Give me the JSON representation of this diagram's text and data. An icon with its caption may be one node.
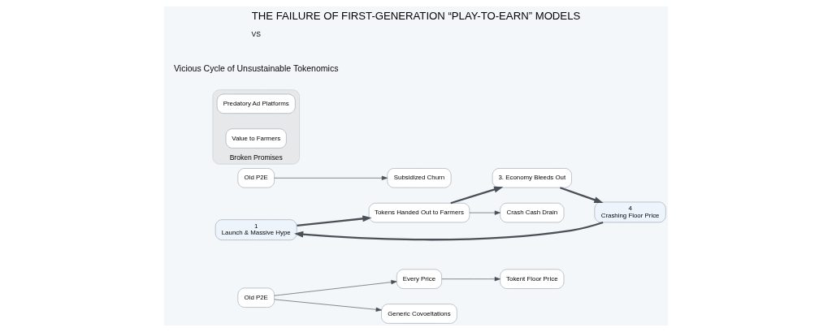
{
  "diagram": {
    "title": "THE FAILURE OF FIRST-GENERATION “PLAY-TO-EARN” MODELS",
    "nodes": [
      {
        "text": [
          "Old P2E"
        ]
      },
      {
        "text": [
          "Every Price"
        ]
      },
      {
        "text": [
          "Generic Covoeltations"
        ]
      },
      {
        "text": [
          "Tokent Floor Price"
        ]
      },
      {
        "text": [
          "1",
          "Launch & Massive Hype"
        ]
      },
      {
        "text": [
          "Tokens Handed Out to Farmers"
        ]
      },
      {
        "text": [
          "3. Economy Bleeds Out"
        ]
      },
      {
        "text": [
          "4",
          "Crashing Floor Price"
        ]
      },
      {
        "text": [
          "Crash Cash Drain"
        ]
      },
      {
        "text": [
          "Old P2E"
        ]
      },
      {
        "text": [
          "Subsidized Churn"
        ]
      },
      {
        "text": [
          "Broken Promises"
        ]
      },
      {
        "text": [
          "Predatory Ad Platforms"
        ],
        "in": 11
      },
      {
        "text": [
          "Value to Farmers"
        ],
        "in": 11
      }
    ],
    "edges": [
      {
        "from": 0,
        "to": 1,
        "arrow": "to"
      },
      {
        "from": 0,
        "to": 2,
        "arrow": "to"
      },
      {
        "from": 1,
        "to": 3,
        "arrow": "to"
      },
      {
        "from": 4,
        "to": 5,
        "arrow": "to",
        "style": "thick"
      },
      {
        "from": 5,
        "to": 6,
        "arrow": "to",
        "style": "thick"
      },
      {
        "from": 5,
        "to": 8,
        "arrow": "to"
      },
      {
        "from": 6,
        "to": 7,
        "arrow": "to",
        "style": "thick"
      },
      {
        "from": 7,
        "to": 4,
        "arrow": "to",
        "style": "thick"
      },
      {
        "from": 9,
        "to": 10,
        "arrow": "to"
      }
    ],
    "labels": [
      "Vicious Cycle of Unsustainable Tokenomics",
      "VS"
    ]
  }
}
